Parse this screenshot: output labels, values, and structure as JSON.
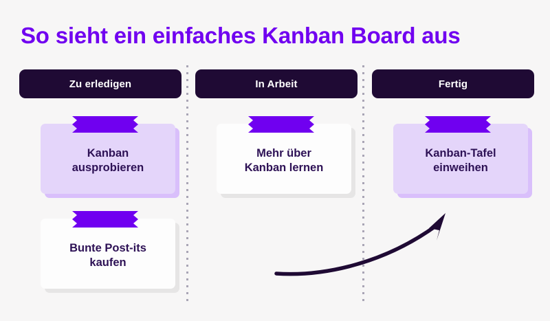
{
  "page": {
    "title": "So sieht ein einfaches Kanban Board aus",
    "background_color": "#f7f6f6",
    "title_color": "#7000f0",
    "card_text_color": "#2d1155",
    "header_bg_color": "#1f0a34",
    "tape_color": "#7000f0",
    "lavender_card_color": "#e4d5fa",
    "white_card_color": "#fdfdfd"
  },
  "columns": [
    {
      "id": "todo",
      "header": "Zu erledigen",
      "cards": [
        {
          "text": "Kanban\nausprobieren",
          "style": "lavender"
        },
        {
          "text": "Bunte Post-its\nkaufen",
          "style": "white"
        }
      ]
    },
    {
      "id": "in-progress",
      "header": "In Arbeit",
      "cards": [
        {
          "text": "Mehr über\nKanban lernen",
          "style": "white"
        }
      ]
    },
    {
      "id": "done",
      "header": "Fertig",
      "cards": [
        {
          "text": "Kanban-Tafel\neinweihen",
          "style": "lavender"
        }
      ]
    }
  ],
  "annotation": {
    "arrow": "curved-arrow-pointing-to-done-card",
    "arrow_color": "#1f0a34"
  }
}
